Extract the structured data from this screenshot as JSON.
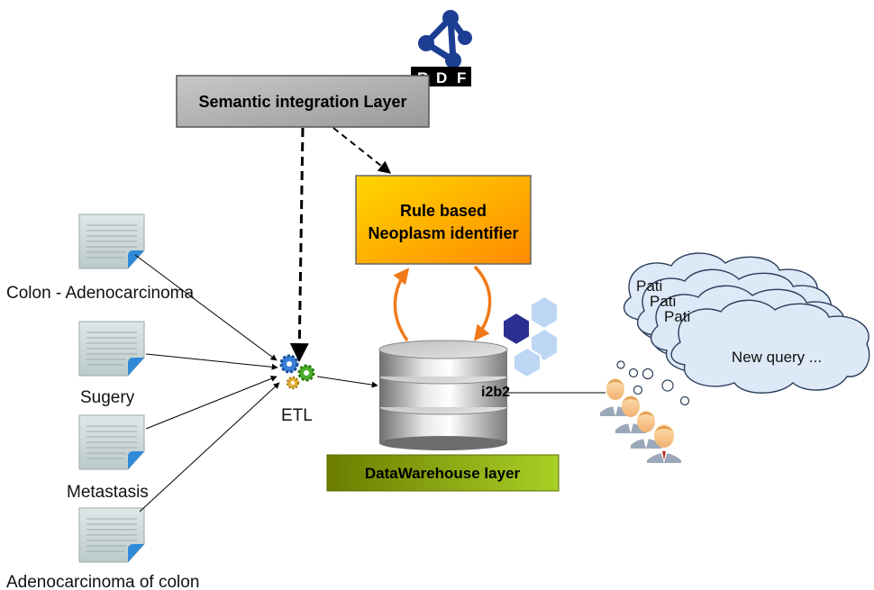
{
  "rdf_logo": {
    "letters": [
      "R",
      "D",
      "F"
    ]
  },
  "semantic_layer": {
    "label": "Semantic integration Layer"
  },
  "rule_box": {
    "line1": "Rule based",
    "line2": "Neoplasm identifier"
  },
  "documents": [
    {
      "label": "Colon - Adenocarcinoma"
    },
    {
      "label": "Sugery"
    },
    {
      "label": "Metastasis"
    },
    {
      "label": "Adenocarcinoma of colon"
    }
  ],
  "etl": {
    "label": "ETL"
  },
  "i2b2": {
    "label": "i2b2"
  },
  "datawarehouse": {
    "label": "DataWarehouse layer"
  },
  "cloud": {
    "back_text": "Pati",
    "front_text": "New query ..."
  },
  "colors": {
    "semantic_box": "#b5b5b5",
    "rule_box_top": "#ffd400",
    "rule_box_bottom": "#ff8c00",
    "datawarehouse_left": "#6e7f00",
    "datawarehouse_right": "#a8cc1e",
    "feedback_arrows": "#f07a1a",
    "cloud_fill": "#dde9f7",
    "cloud_stroke": "#2a3d5a"
  }
}
